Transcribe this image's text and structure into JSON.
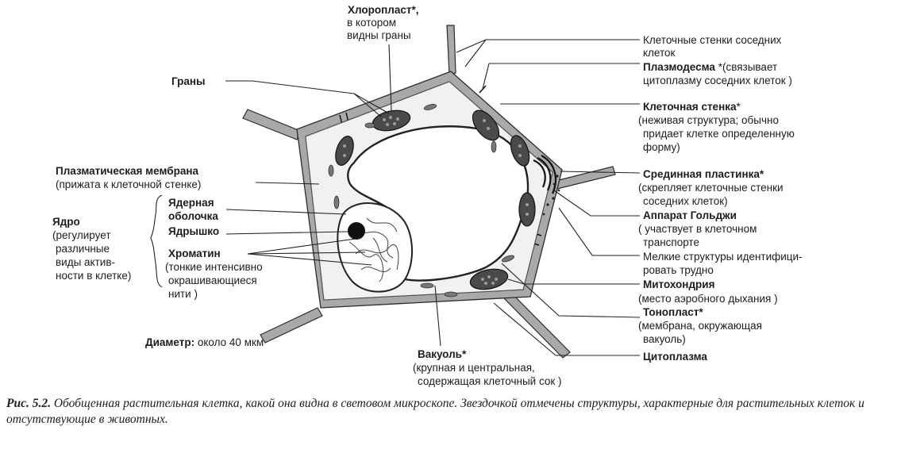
{
  "labels": {
    "chloroplast_title": "Хлоропласт*,",
    "chloroplast_l2": "в котором",
    "chloroplast_l3": "видны граны",
    "grana": "Граны",
    "cell_walls_l1": "Клеточные стенки соседних",
    "cell_walls_l2": "клеток",
    "plasmodesma_title": "Плазмодесма",
    "plasmodesma_rest": " *(связывает",
    "plasmodesma_l2": "цитоплазму соседних клеток )",
    "cell_wall_title": "Клеточная стенка",
    "cell_wall_star": "*",
    "cell_wall_l2": "(неживая структура; обычно",
    "cell_wall_l3": "придает клетке определенную",
    "cell_wall_l4": "форму)",
    "plasma_membrane_title": "Плазматическая мембрана",
    "plasma_membrane_l2": "(прижата к клеточной стенке)",
    "middle_lamella_title": "Срединная пластинка*",
    "middle_lamella_l2": "(скрепляет клеточные стенки",
    "middle_lamella_l3": "соседних клеток)",
    "golgi_title": "Аппарат Гольджи",
    "golgi_l2": "( участвует в клеточном",
    "golgi_l3": "транспорте",
    "small_structures_l1": "Мелкие структуры идентифици-",
    "small_structures_l2": "ровать трудно",
    "mitochondrion_title": "Митохондрия",
    "mitochondrion_l2": "(место аэробного дыхания )",
    "tonoplast_title": "Тонопласт*",
    "tonoplast_l2": "(мембрана, окружающая",
    "tonoplast_l3": "вакуоль)",
    "cytoplasm": "Цитоплазма",
    "nucleus_title": "Ядро",
    "nucleus_l2": "(регулирует",
    "nucleus_l3": "различные",
    "nucleus_l4": "виды актив-",
    "nucleus_l5": "ности в клетке)",
    "nuclear_envelope_l1": "Ядерная",
    "nuclear_envelope_l2": "оболочка",
    "nucleolus": "Ядрышко",
    "chromatin_title": "Хроматин",
    "chromatin_l2": "(тонкие интенсивно",
    "chromatin_l3": "окрашивающиеся",
    "chromatin_l4": "нити )",
    "diameter_title": "Диаметр:",
    "diameter_value": " около 40 мкм",
    "vacuole_title": "Вакуоль*",
    "vacuole_l2": "(крупная и центральная,",
    "vacuole_l3": "содержащая клеточный сок )"
  },
  "caption": {
    "number": "Рис. 5.2.",
    "text": " Обобщенная растительная клетка, какой она видна в световом микроскопе. Звездочкой отмечены структуры, характерные для растительных клеток и отсутствующие в животных."
  },
  "colors": {
    "wall_fill": "#a9a9a9",
    "cytoplasm_fill": "#f1f1f1",
    "organelle_fill": "#4a4a4a",
    "ink": "#1c1c1c"
  }
}
